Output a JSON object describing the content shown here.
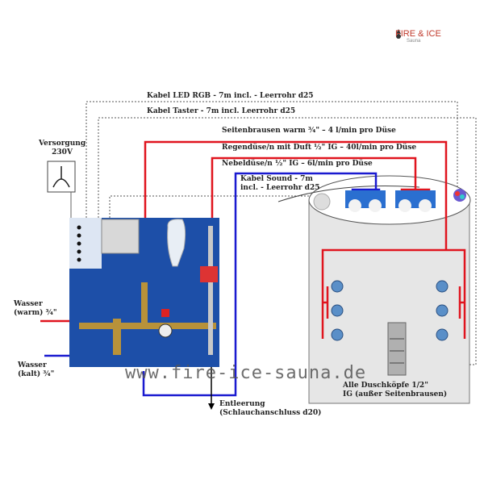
{
  "logo": {
    "title": "FIRE & ICE",
    "subtitle": "Sauna"
  },
  "labels": {
    "cable_led": "Kabel LED RGB - 7m incl. - Leerrohr d25",
    "cable_taster": "Kabel Taster - 7m incl. Leerrohr d25",
    "side_showers": "Seitenbrausen warm ¾\" – 4 l/min pro Düse",
    "rain_nozzle": "Regendüse/n  mit Duft ½\" IG – 40l/min pro Düse",
    "mist_nozzle": "Nebeldüse/n  ½\" IG – 6l/min pro Düse",
    "cable_sound_1": "Kabel Sound - 7m",
    "cable_sound_2": "incl. - Leerrohr d25",
    "supply_1": "Versorgung",
    "supply_2": "230V",
    "water_warm_1": "Wasser",
    "water_warm_2": "(warm) ¾\"",
    "water_cold_1": "Wasser",
    "water_cold_2": "(kalt) ¾\"",
    "drain_1": "Entleerung",
    "drain_2": "(Schlauchanschluss d20)",
    "heads_1": "Alle Duschköpfe  1/2\"",
    "heads_2": "IG (außer Seitenbrausen)"
  },
  "watermark": "www.fire-ice-sauna.de",
  "colors": {
    "warm": "#e0141e",
    "cold": "#1a1ad0",
    "panel": "#1d4fa8"
  }
}
